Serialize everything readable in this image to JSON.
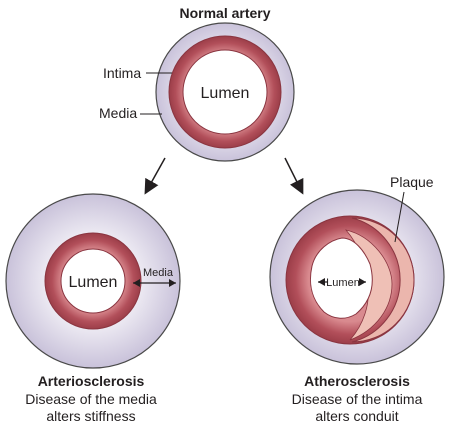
{
  "normal": {
    "title": "Normal artery",
    "intima_label": "Intima",
    "media_label": "Media",
    "lumen_label": "Lumen"
  },
  "arteriosclerosis": {
    "lumen_label": "Lumen",
    "media_label": "Media",
    "title": "Arteriosclerosis",
    "caption_line1": "Disease of the media",
    "caption_line2": "alters stiffness"
  },
  "atherosclerosis": {
    "plaque_label": "Plaque",
    "lumen_label": "Lumen",
    "title": "Atherosclerosis",
    "caption_line1": "Disease of the intima",
    "caption_line2": "alters conduit"
  },
  "colors": {
    "adventitia": "#d8d3e4",
    "media_ring": "#b95660",
    "plaque": "#ebb6ad",
    "lumen": "#ffffff",
    "outline": "#4a4a4a"
  }
}
